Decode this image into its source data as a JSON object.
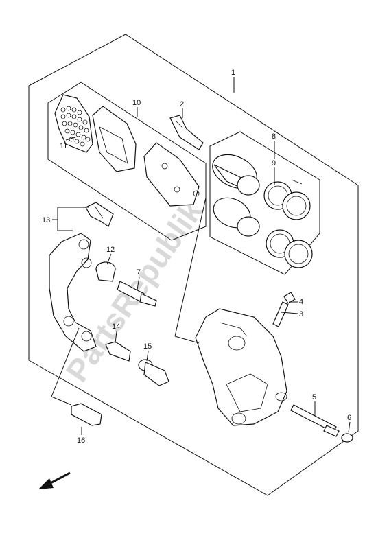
{
  "watermark": "PartsRepublik",
  "callouts": {
    "c1": "1",
    "c2": "2",
    "c3": "3",
    "c4": "4",
    "c5": "5",
    "c6": "6",
    "c7": "7",
    "c8": "8",
    "c9": "9",
    "c10": "10",
    "c11": "11",
    "c12": "12",
    "c13": "13",
    "c14": "14",
    "c15": "15",
    "c16": "16"
  },
  "icons": {
    "direction": "front-direction-arrow-icon"
  }
}
